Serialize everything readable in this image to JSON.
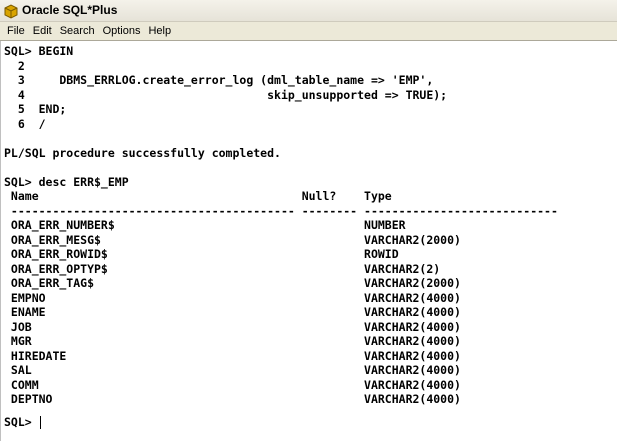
{
  "window": {
    "title": "Oracle SQL*Plus"
  },
  "menu": {
    "items": [
      "File",
      "Edit",
      "Search",
      "Options",
      "Help"
    ]
  },
  "console": {
    "lines": [
      "SQL> BEGIN",
      "  2",
      "  3     DBMS_ERRLOG.create_error_log (dml_table_name => 'EMP',",
      "  4                                   skip_unsupported => TRUE);",
      "  5  END;",
      "  6  /",
      "",
      "PL/SQL procedure successfully completed.",
      "",
      "SQL> desc ERR$_EMP",
      " Name                                      Null?    Type",
      " ----------------------------------------- -------- ----------------------------",
      " ORA_ERR_NUMBER$                                    NUMBER",
      " ORA_ERR_MESG$                                      VARCHAR2(2000)",
      " ORA_ERR_ROWID$                                     ROWID",
      " ORA_ERR_OPTYP$                                     VARCHAR2(2)",
      " ORA_ERR_TAG$                                       VARCHAR2(2000)",
      " EMPNO                                              VARCHAR2(4000)",
      " ENAME                                              VARCHAR2(4000)",
      " JOB                                                VARCHAR2(4000)",
      " MGR                                                VARCHAR2(4000)",
      " HIREDATE                                           VARCHAR2(4000)",
      " SAL                                                VARCHAR2(4000)",
      " COMM                                               VARCHAR2(4000)",
      " DEPTNO                                             VARCHAR2(4000)",
      "",
      "SQL> "
    ]
  }
}
